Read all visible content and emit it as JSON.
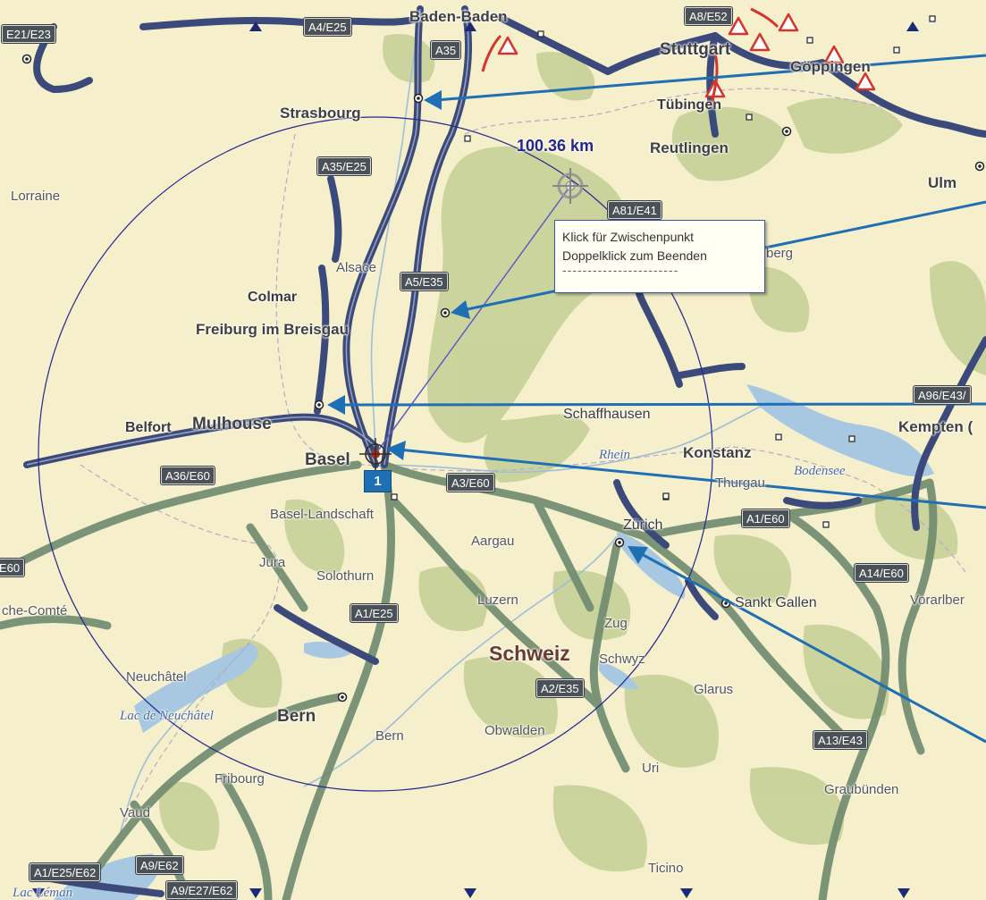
{
  "measurement": {
    "distance_label": "100.36 km",
    "tooltip_line1": "Klick für Zwischenpunkt",
    "tooltip_line2": "Doppelklick zum Beenden",
    "tooltip_separator": "-----------------------"
  },
  "marker": {
    "number": "1"
  },
  "labels": {
    "baden_baden": "Baden-Baden",
    "stuttgart": "Stuttgart",
    "goeppingen": "Göppingen",
    "strasbourg": "Strasbourg",
    "tuebingen": "Tübingen",
    "reutlingen": "Reutlingen",
    "ulm": "Ulm",
    "lorraine": "Lorraine",
    "alsace": "Alsace",
    "colmar": "Colmar",
    "freiburg": "Freiburg im Breisgau",
    "berg": "berg",
    "mulhouse": "Mulhouse",
    "belfort": "Belfort",
    "basel": "Basel",
    "schaffhausen": "Schaffhausen",
    "rhein": "Rhein",
    "konstanz": "Konstanz",
    "bodensee": "Bodensee",
    "kempten": "Kempten (",
    "thurgau": "Thurgau",
    "basel_landschaft": "Basel-Landschaft",
    "aargau": "Aargau",
    "zuerich": "Zürich",
    "jura": "Jura",
    "solothurn": "Solothurn",
    "franche_comte": "che-Comté",
    "luzern": "Luzern",
    "zug": "Zug",
    "sankt_gallen": "Sankt Gallen",
    "vorarlberg": "Vorarlber",
    "schweiz": "Schweiz",
    "schwyz": "Schwyz",
    "neuchatel": "Neuchâtel",
    "lac_de_neuchatel": "Lac de Neuchâtel",
    "bern_city": "Bern",
    "bern_canton": "Bern",
    "obwalden": "Obwalden",
    "glarus": "Glarus",
    "fribourg": "Fribourg",
    "uri": "Uri",
    "graubuenden": "Graubünden",
    "vaud": "Vaud",
    "ticino": "Ticino",
    "lac_leman": "Lac Léman"
  },
  "shields": {
    "e21_e23": "E21/E23",
    "a4_e25": "A4/E25",
    "a35": "A35",
    "a8_e52": "A8/E52",
    "a35_e25": "A35/E25",
    "a81_e41": "A81/E41",
    "a5_e35": "A5/E35",
    "a96_e43": "A96/E43/",
    "a36_e60": "A36/E60",
    "a3_e60": "A3/E60",
    "a1_e60": "A1/E60",
    "e60": "E60",
    "a14_e60": "A14/E60",
    "a1_e25": "A1/E25",
    "a2_e35": "A2/E35",
    "a13_e43": "A13/E43",
    "a1_e25_e62": "A1/E25/E62",
    "a9_e62": "A9/E62",
    "a9_e27_e62": "A9/E27/E62"
  },
  "colors": {
    "land": "#f6efcc",
    "forest": "#c9d29a",
    "water": "#a7c8e0",
    "motorway": "#3b4a7a",
    "major_road": "#6e8a6e",
    "measure_line": "#22268e",
    "callout_arrow": "#1f6fb5"
  }
}
